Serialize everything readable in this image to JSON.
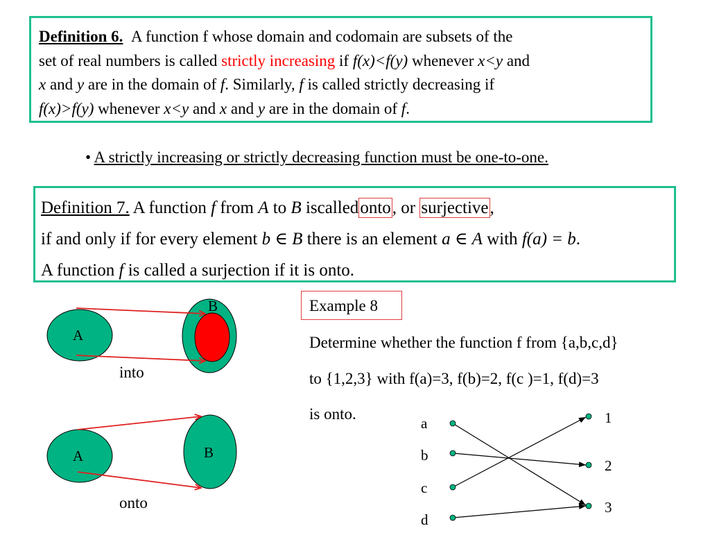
{
  "definition6": {
    "heading": "Definition 6.",
    "line1_rest": "A function f whose domain and codomain are subsets of the",
    "line2_a": "set of real numbers is called ",
    "line2_term": "strictly increasing",
    "line2_b": " if ",
    "line2_expr": "f(x)<f(y)",
    "line2_c": " whenever ",
    "line2_xy": "x<y",
    "line2_d": " and",
    "line3_x": "x",
    "line3_a": " and ",
    "line3_y": "y",
    "line3_b": " are in the domain of ",
    "line3_f": "f",
    "line3_c": ". Similarly, ",
    "line3_f2": "f",
    "line3_d": " is called strictly decreasing if",
    "line4_expr": "f(x)>f(y)",
    "line4_a": " whenever ",
    "line4_xy": "x<y",
    "line4_b": " and ",
    "line4_x": "x",
    "line4_c": " and ",
    "line4_y": "y",
    "line4_d": " are in the domain of ",
    "line4_f": "f",
    "line4_e": "."
  },
  "bullet": {
    "marker": "•",
    "text": "A strictly increasing or strictly decreasing function must be one-to-one."
  },
  "definition7": {
    "heading": "Definition 7.",
    "l1_a": " A function ",
    "l1_f": "f",
    "l1_b": "  from ",
    "l1_A": "A",
    "l1_c": " to ",
    "l1_B": "B",
    "l1_d": " iscalled",
    "l1_onto": "onto",
    "l1_e": ", or ",
    "l1_surj": "surjective",
    "l1_f2": ",",
    "l2_a": "if  and only if  for every element ",
    "l2_b": "b",
    "l2_in1": " ∈ ",
    "l2_B": "B",
    "l2_c": " there is an element ",
    "l2_a2": "a",
    "l2_in2": " ∈ ",
    "l2_A": "A",
    "l2_d": " with ",
    "l2_expr": "f(a) = b",
    "l2_e": ".",
    "l3_a": "A function ",
    "l3_f": "f",
    "l3_b": " is called a surjection if  it is onto."
  },
  "diagram_into": {
    "domain_label": "A",
    "codomain_label": "B",
    "caption": "into",
    "colors": {
      "set_fill": "#00b383",
      "image_fill": "#ff0000",
      "arrow": "#e02020"
    }
  },
  "diagram_onto": {
    "domain_label": "A",
    "codomain_label": "B",
    "caption": "onto"
  },
  "example": {
    "title": "Example 8",
    "line1": "Determine whether the function f from {a,b,c,d}",
    "line2": "to {1,2,3} with f(a)=3, f(b)=2, f(c )=1, f(d)=3",
    "line3": "is onto."
  },
  "mapping": {
    "domain": [
      "a",
      "b",
      "c",
      "d"
    ],
    "codomain": [
      "1",
      "2",
      "3"
    ]
  }
}
